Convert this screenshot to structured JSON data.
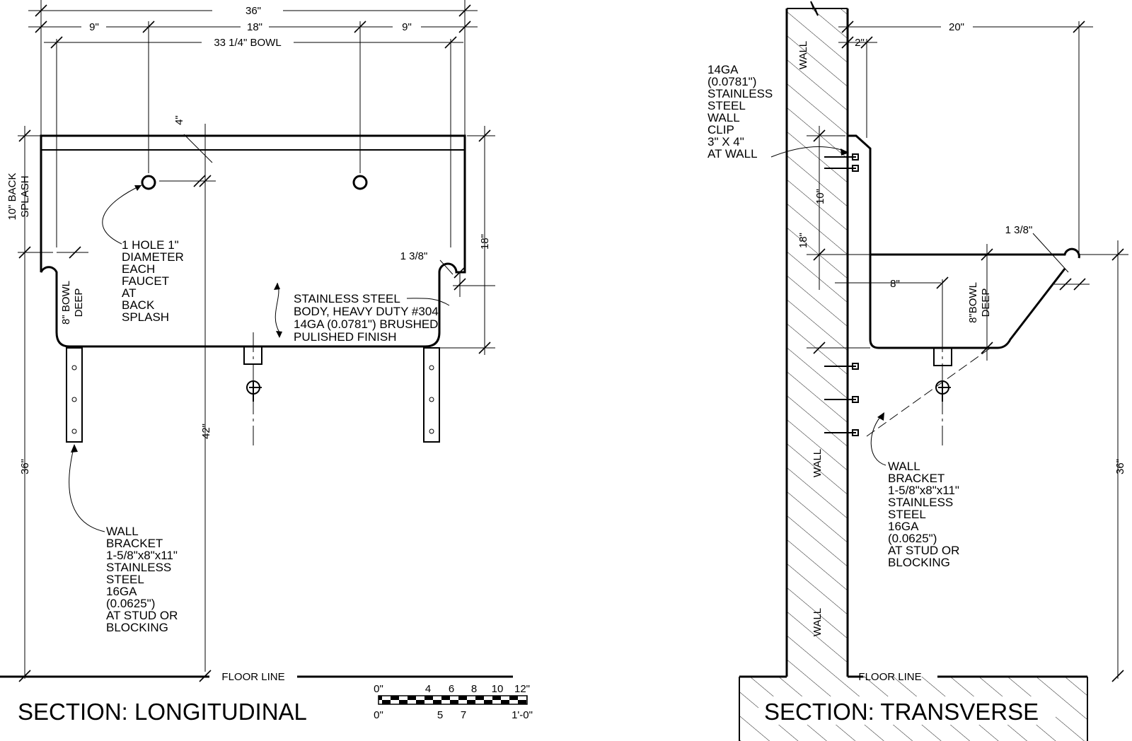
{
  "longitudinal": {
    "title": "SECTION: LONGITUDINAL",
    "dims": {
      "overall_width": "36\"",
      "left_offset": "9\"",
      "center_span": "18\"",
      "right_offset": "9\"",
      "bowl_width": "33 1/4\" BOWL",
      "hole_offset": "4\"",
      "back_splash": "10\" BACK SPLASH",
      "back_splash_line1": "10\" BACK",
      "back_splash_line2": "SPLASH",
      "height_right": "18\"",
      "rim": "1 3/8\"",
      "bowl_deep_line1": "8\" BOWL",
      "bowl_deep_line2": "DEEP",
      "height_42": "42\"",
      "height_36": "36\""
    },
    "notes": {
      "faucet_hole": [
        "1 HOLE 1\"",
        "DIAMETER",
        "EACH",
        "FAUCET",
        "AT",
        "BACK",
        "SPLASH"
      ],
      "body": [
        "STAINLESS STEEL",
        "BODY, HEAVY DUTY #304",
        "14GA (0.0781\") BRUSHED",
        "PULISHED FINISH"
      ],
      "bracket": [
        "WALL",
        "BRACKET",
        "1-5/8\"x8\"x11\"",
        "STAINLESS",
        "STEEL",
        "16GA",
        "(0.0625\")",
        "AT STUD OR",
        "BLOCKING"
      ]
    },
    "floor_line": "FLOOR LINE"
  },
  "scale_bar": {
    "top_labels": [
      "0\"",
      "4",
      "6",
      "8",
      "10",
      "12\""
    ],
    "bottom_labels": [
      "0\"",
      "5",
      "7",
      "1'-0\""
    ]
  },
  "transverse": {
    "title": "SECTION: TRANSVERSE",
    "wall_labels": [
      "WALL",
      "WALL",
      "WALL"
    ],
    "dims": {
      "depth": "20\"",
      "clip_offset": "2\"",
      "splash_height": "10\"",
      "height_18": "18\"",
      "rim": "1 3/8\"",
      "drain_offset": "8\"",
      "bowl_deep_line1": "8\"BOWL",
      "bowl_deep_line2": "DEEP",
      "height_36": "36\""
    },
    "notes": {
      "clip": [
        "14GA",
        "(0.0781\")",
        "STAINLESS",
        "STEEL",
        "WALL",
        "CLIP",
        "3\" X 4\"",
        "AT WALL"
      ],
      "bracket": [
        "WALL",
        "BRACKET",
        "1-5/8\"x8\"x11\"",
        "STAINLESS",
        "STEEL",
        "16GA",
        "(0.0625\")",
        "AT STUD OR",
        "BLOCKING"
      ]
    },
    "floor_line": "FLOOR LINE"
  }
}
